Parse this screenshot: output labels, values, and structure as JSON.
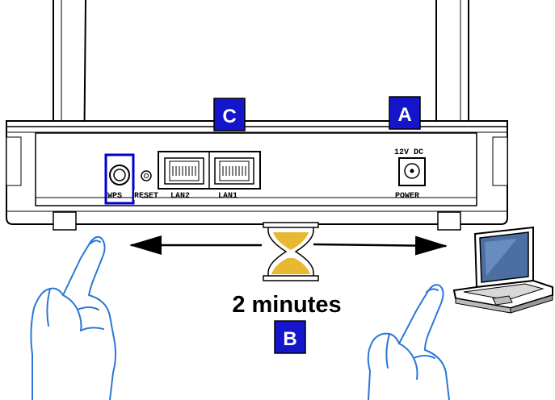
{
  "router": {
    "ports": {
      "wps": "WPS",
      "reset": "RESET",
      "lan2": "LAN2",
      "lan1": "LAN1",
      "power_rating": "12V DC",
      "power": "POWER"
    }
  },
  "callouts": {
    "a": "A",
    "b": "B",
    "c": "C"
  },
  "timer": {
    "duration": "2 minutes"
  },
  "colors": {
    "callout_fill": "#1515cc",
    "hand_outline": "#2a78d6",
    "sand": "#e8b830",
    "wps_highlight": "#0000cc",
    "laptop_screen": "#4a6fa0"
  },
  "icons": {
    "left_hand": "pointing-hand-icon",
    "right_hand": "pointing-hand-icon",
    "timer": "hourglass-icon",
    "client": "laptop-icon"
  }
}
